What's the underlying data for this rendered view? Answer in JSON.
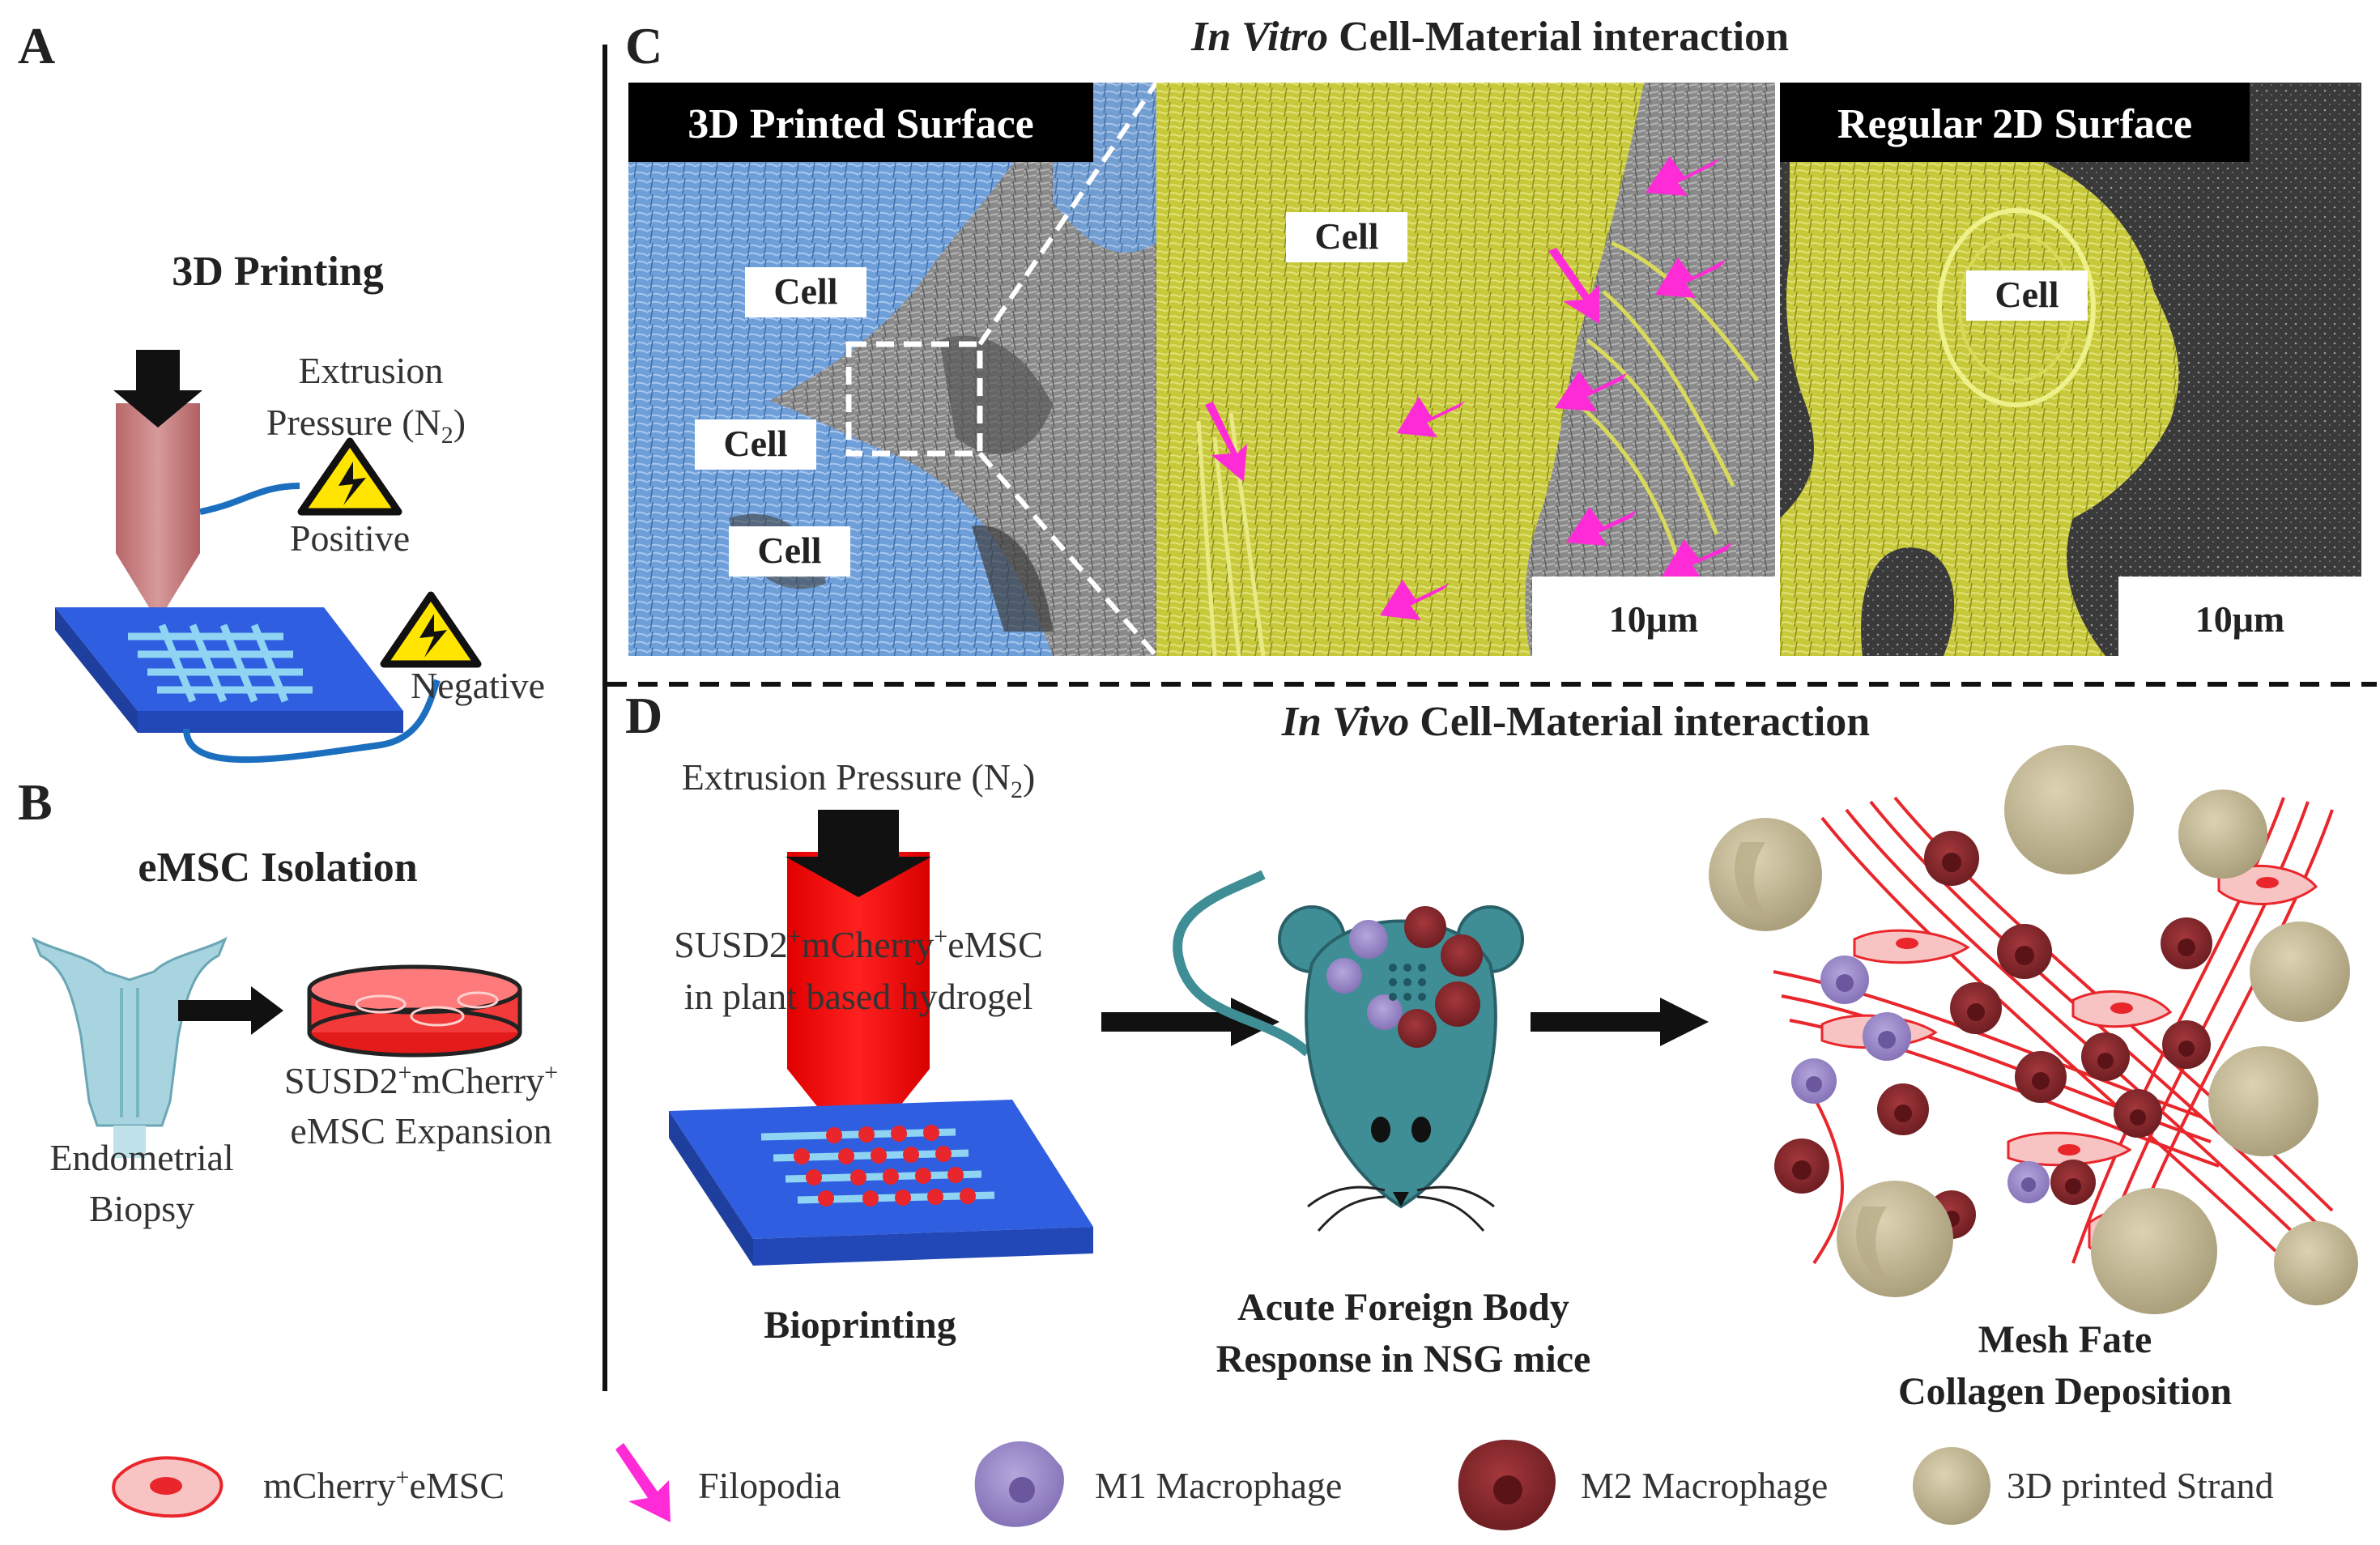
{
  "panels": {
    "A": {
      "letter": "A",
      "title": "3D Printing",
      "extrusion_line1": "Extrusion",
      "extrusion_line2": "Pressure (N",
      "extrusion_sub": "2",
      "extrusion_close": ")",
      "positive": "Positive",
      "negative": "Negative"
    },
    "B": {
      "letter": "B",
      "title": "eMSC Isolation",
      "biopsy_line1": "Endometrial",
      "biopsy_line2": "Biopsy",
      "expansion_pre": "SUSD2",
      "expansion_sup1": "+",
      "expansion_mid": "mCherry",
      "expansion_sup2": "+",
      "expansion_line2": "eMSC Expansion"
    },
    "C": {
      "letter": "C",
      "title_italic": "In Vitro",
      "title_rest": " Cell-Material interaction",
      "label_3d": "3D Printed Surface",
      "label_2d": "Regular 2D Surface",
      "cell_label": "Cell",
      "scale_bar": "10μm"
    },
    "D": {
      "letter": "D",
      "title_italic": "In Vivo",
      "title_rest": " Cell-Material interaction",
      "extrusion_pre": "Extrusion  Pressure (N",
      "extrusion_sub": "2",
      "extrusion_close": ")",
      "bio_pre": "SUSD2",
      "bio_sup1": "+",
      "bio_mid": "mCherry",
      "bio_sup2": "+",
      "bio_post": "eMSC",
      "bio_line2": "in plant based hydrogel",
      "bioprinting": "Bioprinting",
      "mouse_line1": "Acute Foreign Body",
      "mouse_line2": "Response in NSG mice",
      "fate_line1": "Mesh Fate",
      "fate_line2": "Collagen Deposition"
    }
  },
  "legend": {
    "emsc_pre": "mCherry",
    "emsc_sup": "+",
    "emsc_post": "eMSC",
    "filopodia": "Filopodia",
    "m1": "M1 Macrophage",
    "m2": "M2 Macrophage",
    "strand": "3D printed Strand"
  },
  "colors": {
    "scaffold_blue": "#2f5fe0",
    "mcherry_red": "#e8262b",
    "filopodia_magenta": "#ff2bd6",
    "m1_purple": "#9b8bc6",
    "m2_maroon": "#8b2a2e",
    "strand_tan": "#c8bd98",
    "sem_yellow": "#c7c93a",
    "sem_blue": "#6f9fd8",
    "mouse_teal": "#3f8e96"
  }
}
